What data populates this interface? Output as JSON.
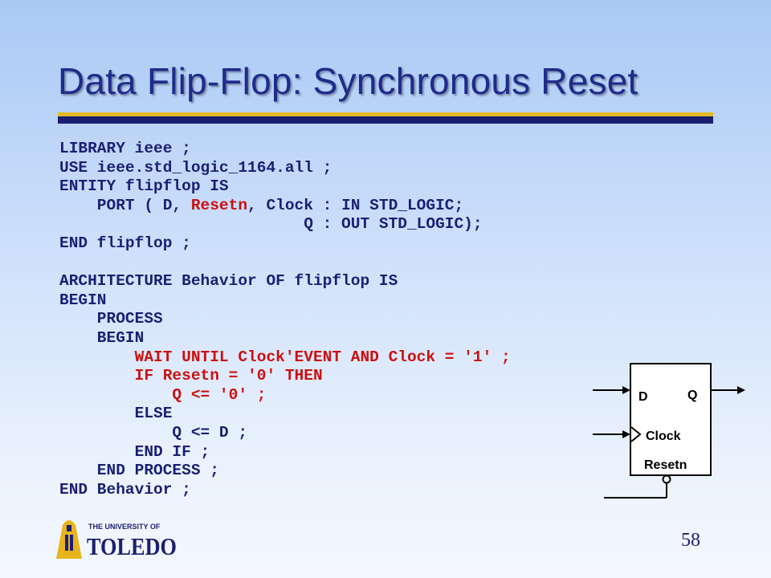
{
  "slide": {
    "title": "Data Flip-Flop: Synchronous Reset",
    "page_number": "58"
  },
  "code": [
    [
      {
        "t": "LIBRARY ieee ;"
      }
    ],
    [
      {
        "t": "USE ieee.std_logic_1164.all ;"
      }
    ],
    [
      {
        "t": "ENTITY flipflop IS"
      }
    ],
    [
      {
        "t": "    PORT ( D, "
      },
      {
        "t": "Resetn",
        "red": true
      },
      {
        "t": ", Clock : IN STD_LOGIC;"
      }
    ],
    [
      {
        "t": "                          Q : OUT STD_LOGIC);"
      }
    ],
    [
      {
        "t": "END flipflop ;"
      }
    ],
    [
      {
        "t": ""
      }
    ],
    [
      {
        "t": "ARCHITECTURE Behavior OF flipflop IS"
      }
    ],
    [
      {
        "t": "BEGIN"
      }
    ],
    [
      {
        "t": "    PROCESS"
      }
    ],
    [
      {
        "t": "    BEGIN"
      }
    ],
    [
      {
        "t": "        WAIT UNTIL Clock'EVENT AND Clock = '1' ;",
        "red": true
      }
    ],
    [
      {
        "t": "        IF Resetn = '0' THEN",
        "red": true
      }
    ],
    [
      {
        "t": "            Q <= '0' ;",
        "red": true
      }
    ],
    [
      {
        "t": "        ELSE"
      }
    ],
    [
      {
        "t": "            Q <= D ;"
      }
    ],
    [
      {
        "t": "        END IF ;"
      }
    ],
    [
      {
        "t": "    END PROCESS ;"
      }
    ],
    [
      {
        "t": "END Behavior ;"
      }
    ]
  ],
  "diagram": {
    "d_label": "D",
    "q_label": "Q",
    "clock_label": "Clock",
    "reset_label": "Resetn"
  },
  "logo": {
    "line1": "THE UNIVERSITY OF",
    "line2": "TOLEDO"
  },
  "colors": {
    "title": "#1f2b8c",
    "code": "#1a1f73",
    "highlight": "#cc1010",
    "rule_gold": "#e4b826",
    "rule_navy": "#1a1f73",
    "logo_gold": "#e8b41c"
  }
}
